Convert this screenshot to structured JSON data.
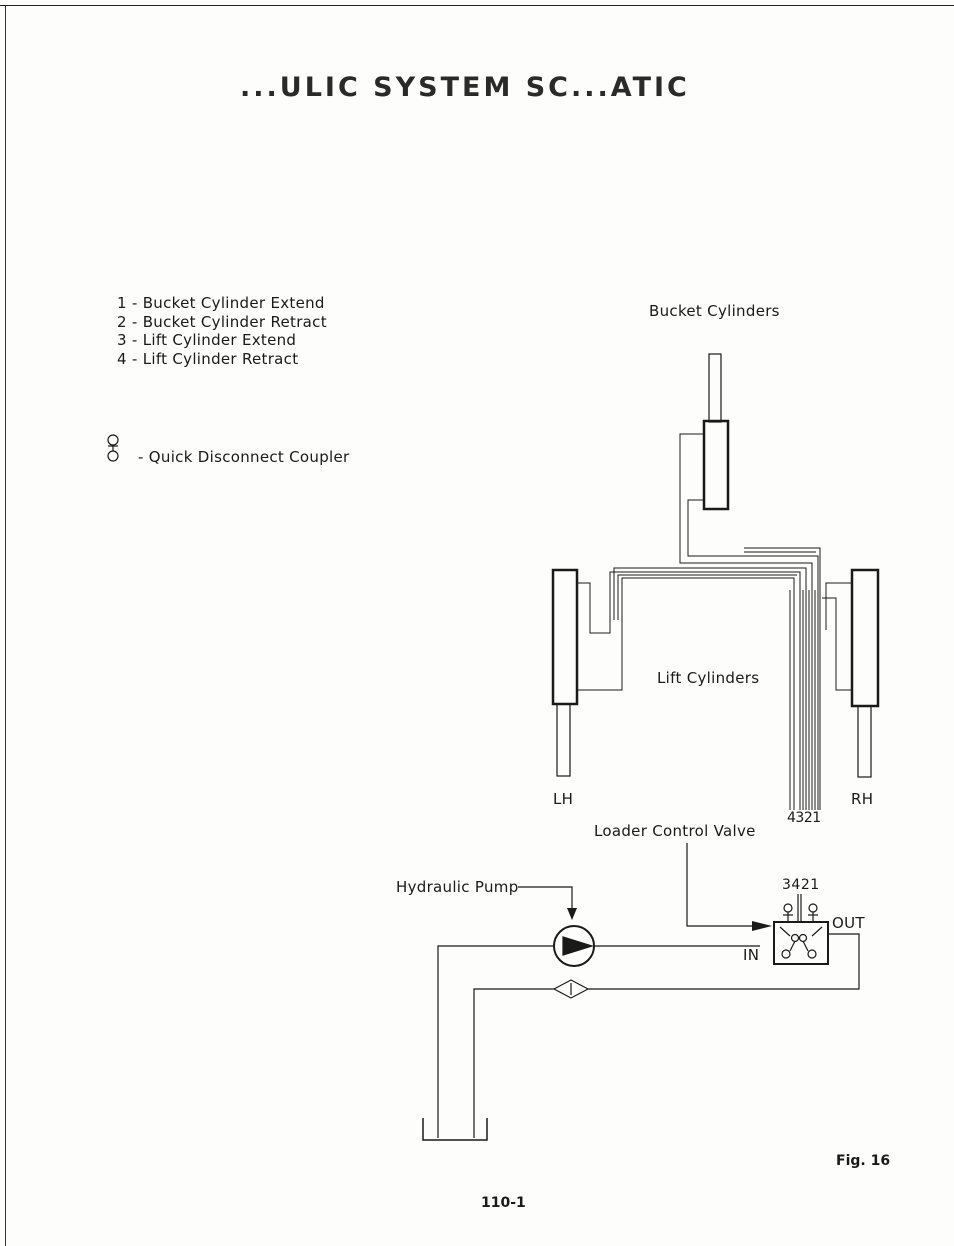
{
  "title": "...ULIC SYSTEM SC...ATIC",
  "legend": {
    "items": [
      "1 - Bucket Cylinder Extend",
      "2 - Bucket Cylinder Retract",
      "3 - Lift Cylinder Extend",
      "4 - Lift Cylinder Retract"
    ],
    "coupler_label": "- Quick Disconnect Coupler"
  },
  "labels": {
    "bucket_cylinders": "Bucket Cylinders",
    "lift_cylinders": "Lift Cylinders",
    "lh": "LH",
    "rh": "RH",
    "line_numbers": "4321",
    "loader_control_valve": "Loader Control Valve",
    "hydraulic_pump": "Hydraulic Pump",
    "valve_port_numbers": "3421",
    "out": "OUT",
    "in": "IN"
  },
  "figure": "Fig. 16",
  "page_number": "110-1"
}
